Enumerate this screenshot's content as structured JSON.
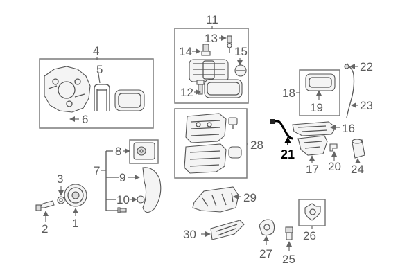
{
  "callouts": {
    "c1": "1",
    "c2": "2",
    "c3": "3",
    "c4": "4",
    "c5": "5",
    "c6": "6",
    "c7": "7",
    "c8": "8",
    "c9": "9",
    "c10": "10",
    "c11": "11",
    "c12": "12",
    "c13": "13",
    "c14": "14",
    "c15": "15",
    "c16": "16",
    "c17": "17",
    "c18": "18",
    "c19": "19",
    "c20": "20",
    "c21": "21",
    "c22": "22",
    "c23": "23",
    "c24": "24",
    "c25": "25",
    "c26": "26",
    "c27": "27",
    "c28": "28",
    "c29": "29",
    "c30": "30"
  },
  "highlighted_callout": "21"
}
